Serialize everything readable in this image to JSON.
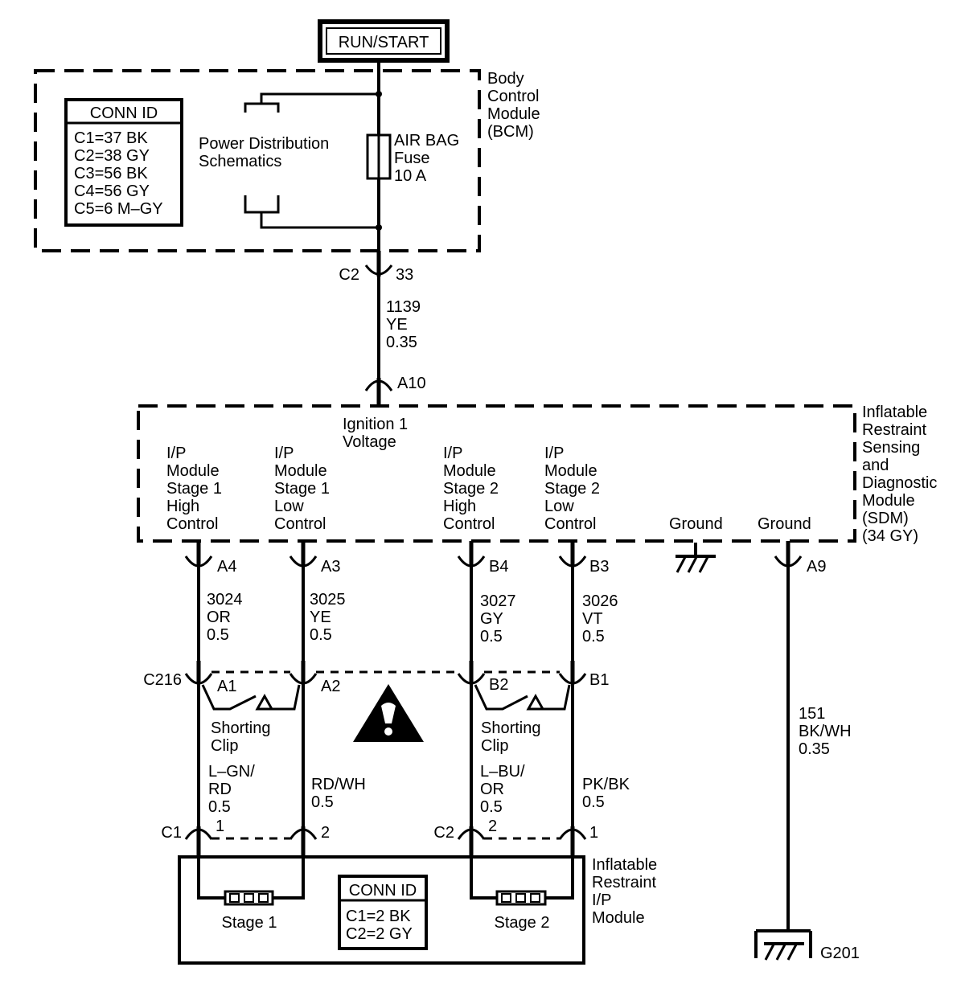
{
  "supply": "RUN/START",
  "bcm": {
    "name_lines": [
      "Body",
      "Control",
      "Module",
      "(BCM)"
    ],
    "conn_id_title": "CONN ID",
    "conn_ids": [
      "C1=37 BK",
      "C2=38 GY",
      "C3=56 BK",
      "C4=56 GY",
      "C5=6 M–GY"
    ],
    "pds_lines": [
      "Power Distribution",
      "Schematics"
    ],
    "fuse_lines": [
      "AIR BAG",
      "Fuse",
      "10 A"
    ]
  },
  "c2_connector": {
    "id": "C2",
    "pin": "33"
  },
  "wire_1139": [
    "1139",
    "YE",
    "0.35"
  ],
  "sdm_pin_a10": "A10",
  "sdm": {
    "name_lines": [
      "Inflatable",
      "Restraint",
      "Sensing",
      "and",
      "Diagnostic",
      "Module",
      "(SDM)",
      "(34 GY)"
    ],
    "ignition_lines": [
      "Ignition 1",
      "Voltage"
    ],
    "circuits": [
      {
        "lines": [
          "I/P",
          "Module",
          "Stage 1",
          "High",
          "Control"
        ],
        "pin": "A4",
        "wire": [
          "3024",
          "OR",
          "0.5"
        ]
      },
      {
        "lines": [
          "I/P",
          "Module",
          "Stage 1",
          "Low",
          "Control"
        ],
        "pin": "A3",
        "wire": [
          "3025",
          "YE",
          "0.5"
        ]
      },
      {
        "lines": [
          "I/P",
          "Module",
          "Stage 2",
          "High",
          "Control"
        ],
        "pin": "B4",
        "wire": [
          "3027",
          "GY",
          "0.5"
        ]
      },
      {
        "lines": [
          "I/P",
          "Module",
          "Stage 2",
          "Low",
          "Control"
        ],
        "pin": "B3",
        "wire": [
          "3026",
          "VT",
          "0.5"
        ]
      }
    ],
    "ground_1": "Ground",
    "ground_2": "Ground",
    "ground_pin": "A9"
  },
  "c216": {
    "id": "C216",
    "pins": [
      "A1",
      "A2",
      "B2",
      "B1"
    ],
    "shorting_clip_lines": [
      "Shorting",
      "Clip"
    ]
  },
  "lower_wires": [
    [
      "L–GN/",
      "RD",
      "0.5"
    ],
    [
      "RD/WH",
      "0.5"
    ],
    [
      "L–BU/",
      "OR",
      "0.5"
    ],
    [
      "PK/BK",
      "0.5"
    ]
  ],
  "ground_wire": [
    "151",
    "BK/WH",
    "0.35"
  ],
  "ground_id": "G201",
  "ip_module": {
    "name_lines": [
      "Inflatable",
      "Restraint",
      "I/P",
      "Module"
    ],
    "c1": "C1",
    "c2": "C2",
    "c1_pins": [
      "1",
      "2"
    ],
    "c2_pins": [
      "2",
      "1"
    ],
    "stage1": "Stage 1",
    "stage2": "Stage 2",
    "conn_id_title": "CONN ID",
    "conn_ids": [
      "C1=2 BK",
      "C2=2 GY"
    ]
  }
}
